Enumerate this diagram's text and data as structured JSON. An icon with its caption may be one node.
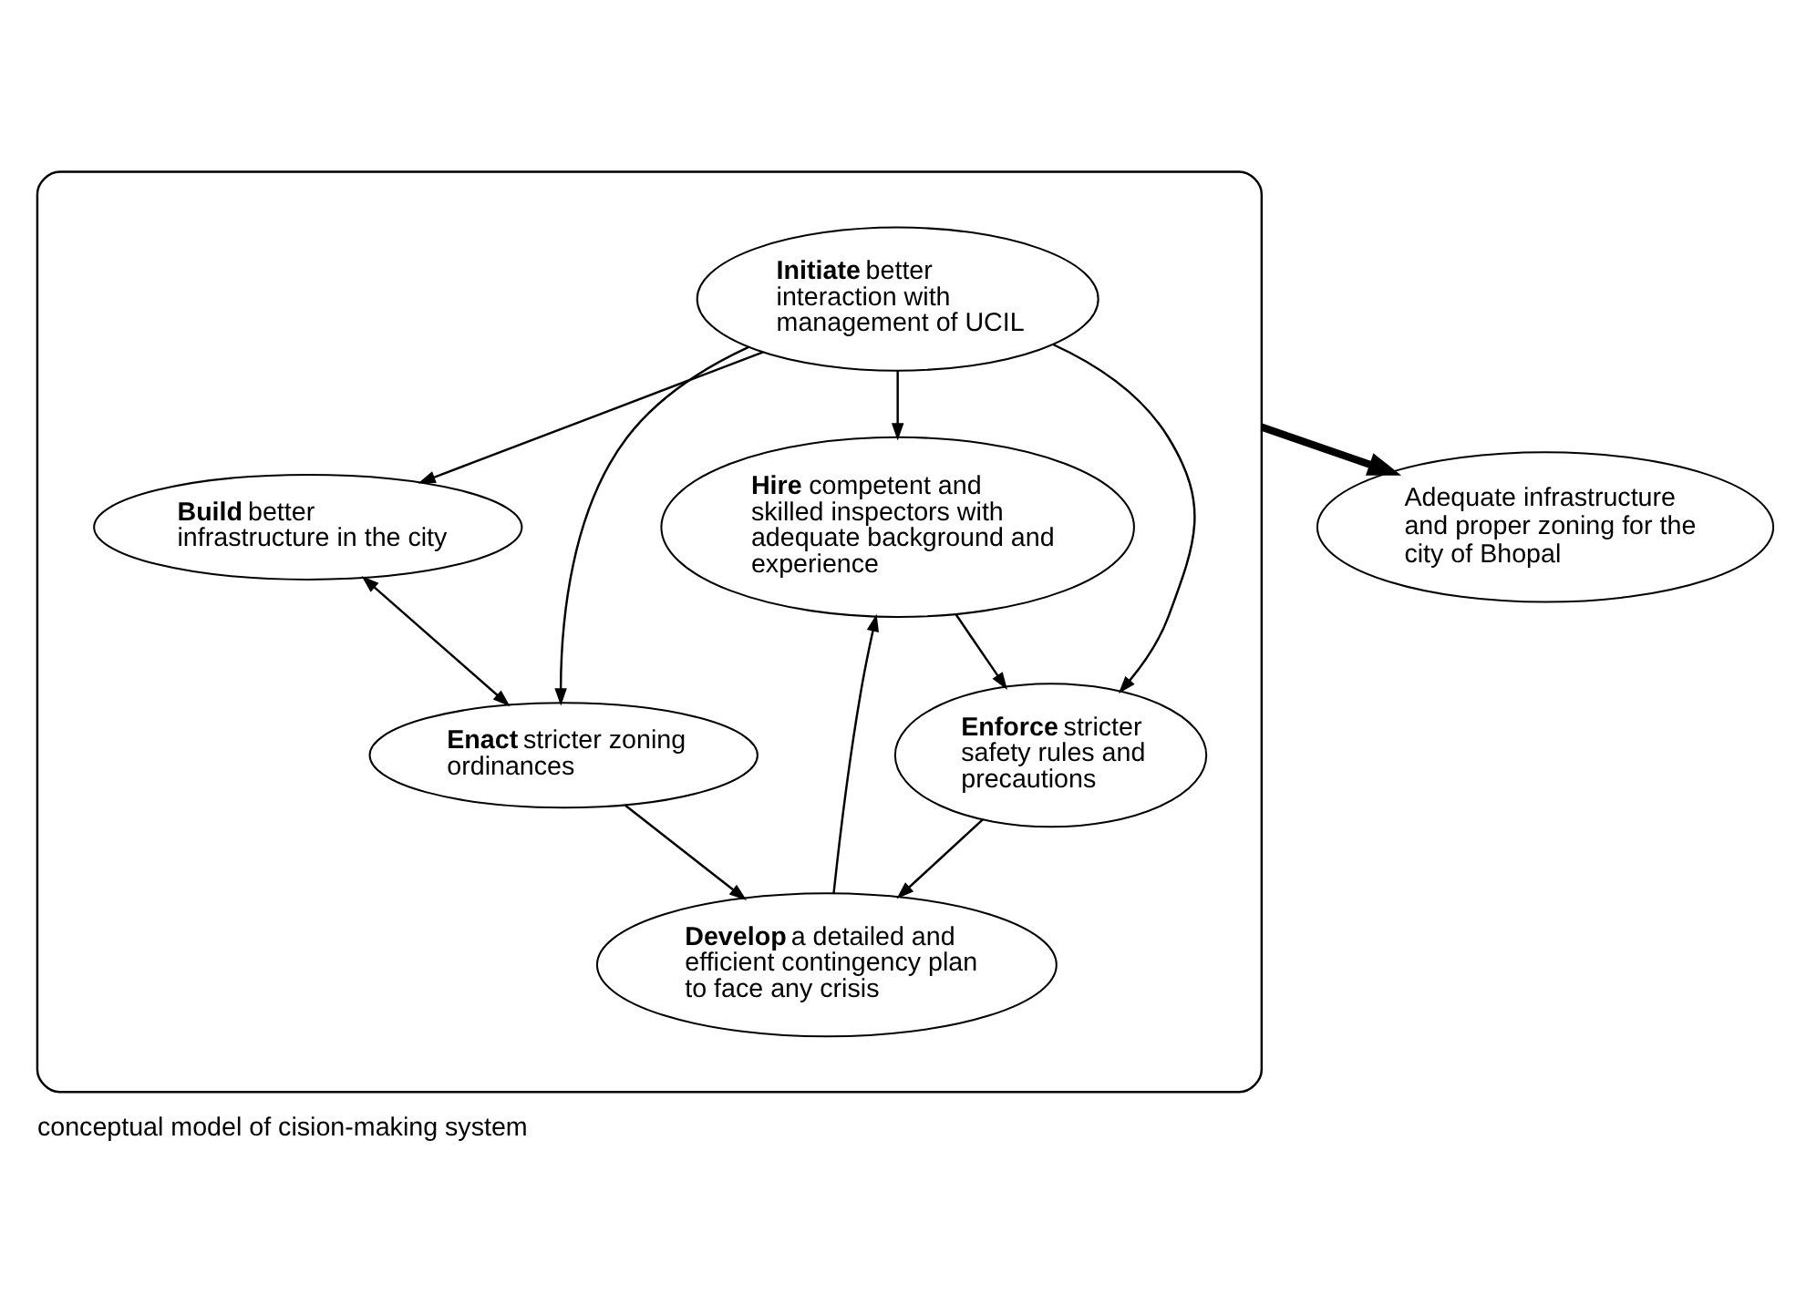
{
  "diagram": {
    "caption": "conceptual model of cision-making system",
    "nodes": [
      {
        "text": [],
        "shape": "ellipse"
      },
      {
        "text": [
          "**Initiate** better interaction with management of UCIL"
        ],
        "in": 0
      },
      {
        "text": [
          "**Hire** competent and skilled inspectors with adequate background and experience"
        ],
        "in": 0
      },
      {
        "text": [
          "**Build** better infrastructure in the city"
        ],
        "in": 0
      },
      {
        "text": [
          "**Enact** stricter zoning ordinances"
        ],
        "in": 0
      },
      {
        "text": [
          "**Enforce** stricter safety rules and precautions"
        ],
        "in": 0
      },
      {
        "text": [
          "**Develop** a detailed and efficient contingency plan to face any crisis"
        ],
        "in": 0
      },
      {
        "text": [
          "Adequate infrastructure and proper zoning for the city of Bhopal"
        ]
      }
    ],
    "edges": [
      {
        "from": 1,
        "to": 2,
        "arrow": "to"
      },
      {
        "from": 1,
        "to": 3,
        "arrow": "to"
      },
      {
        "from": 1,
        "to": 4,
        "arrow": "to"
      },
      {
        "from": 1,
        "to": 5,
        "arrow": "to"
      },
      {
        "from": 2,
        "to": 5,
        "arrow": "to"
      },
      {
        "from": 3,
        "to": 4,
        "arrow": "both"
      },
      {
        "from": 6,
        "to": 2,
        "arrow": "to"
      },
      {
        "from": 4,
        "to": 6,
        "arrow": "to"
      },
      {
        "from": 5,
        "to": 6,
        "arrow": "to"
      },
      {
        "from": 0,
        "to": 7,
        "arrow": "to",
        "style": "thick"
      }
    ]
  }
}
